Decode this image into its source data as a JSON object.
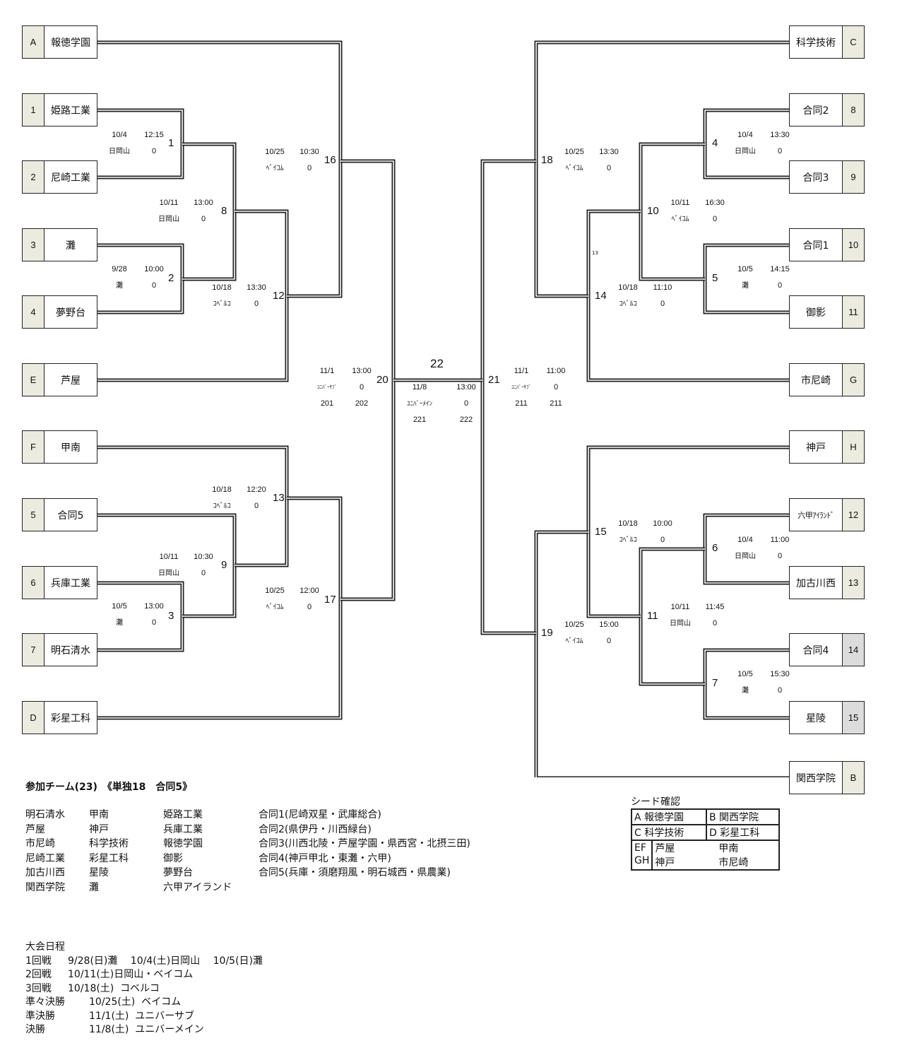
{
  "left_teams": [
    {
      "seed": "A",
      "name": "報徳学園"
    },
    {
      "seed": "1",
      "name": "姫路工業"
    },
    {
      "seed": "2",
      "name": "尼崎工業"
    },
    {
      "seed": "3",
      "name": "灘"
    },
    {
      "seed": "4",
      "name": "夢野台"
    },
    {
      "seed": "E",
      "name": "芦屋"
    },
    {
      "seed": "F",
      "name": "甲南"
    },
    {
      "seed": "5",
      "name": "合同5"
    },
    {
      "seed": "6",
      "name": "兵庫工業"
    },
    {
      "seed": "7",
      "name": "明石清水"
    },
    {
      "seed": "D",
      "name": "彩星工科"
    }
  ],
  "right_teams": [
    {
      "seed": "C",
      "name": "科学技術"
    },
    {
      "seed": "8",
      "name": "合同2"
    },
    {
      "seed": "9",
      "name": "合同3"
    },
    {
      "seed": "10",
      "name": "合同1"
    },
    {
      "seed": "11",
      "name": "御影"
    },
    {
      "seed": "G",
      "name": "市尼崎"
    },
    {
      "seed": "H",
      "name": "神戸"
    },
    {
      "seed": "12",
      "name": "六甲ｱｲﾗﾝﾄﾞ"
    },
    {
      "seed": "13",
      "name": "加古川西"
    },
    {
      "seed": "14",
      "name": "合同4"
    },
    {
      "seed": "15",
      "name": "星陵"
    },
    {
      "seed": "B",
      "name": "関西学院"
    }
  ],
  "matches": {
    "m1": {
      "num": "1",
      "date": "10/4",
      "time": "12:15",
      "venue": "日岡山",
      "score": "0"
    },
    "m2": {
      "num": "2",
      "date": "9/28",
      "time": "10:00",
      "venue": "灘",
      "score": "0"
    },
    "m3": {
      "num": "3",
      "date": "10/5",
      "time": "13:00",
      "venue": "灘",
      "score": "0"
    },
    "m4": {
      "num": "4",
      "date": "10/4",
      "time": "13:30",
      "venue": "日岡山",
      "score": "0"
    },
    "m5": {
      "num": "5",
      "date": "10/5",
      "time": "14:15",
      "venue": "灘",
      "score": "0"
    },
    "m6": {
      "num": "6",
      "date": "10/4",
      "time": "11:00",
      "venue": "日岡山",
      "score": "0"
    },
    "m7": {
      "num": "7",
      "date": "10/5",
      "time": "15:30",
      "venue": "灘",
      "score": "0"
    },
    "m8": {
      "num": "8",
      "date": "10/11",
      "time": "13:00",
      "venue": "日岡山",
      "score": "0"
    },
    "m9": {
      "num": "9",
      "date": "10/11",
      "time": "10:30",
      "venue": "日岡山",
      "score": "0"
    },
    "m10": {
      "num": "10",
      "date": "10/11",
      "time": "16:30",
      "venue": "ﾍﾞｲｺﾑ",
      "score": "0"
    },
    "m11": {
      "num": "11",
      "date": "10/11",
      "time": "11:45",
      "venue": "日岡山",
      "score": "0"
    },
    "m12": {
      "num": "12",
      "date": "10/18",
      "time": "13:30",
      "venue": "ｺﾍﾞﾙｺ",
      "score": "0"
    },
    "m13": {
      "num": "13",
      "date": "10/18",
      "time": "12:20",
      "venue": "ｺﾍﾞﾙｺ",
      "score": "0"
    },
    "m14": {
      "num": "14",
      "date": "10/18",
      "time": "11:10",
      "venue": "ｺﾍﾞﾙｺ",
      "score": "0"
    },
    "m15": {
      "num": "15",
      "date": "10/18",
      "time": "10:00",
      "venue": "ｺﾍﾞﾙｺ",
      "score": "0"
    },
    "m16": {
      "num": "16",
      "date": "10/25",
      "time": "10:30",
      "venue": "ﾍﾞｲｺﾑ",
      "score": "0"
    },
    "m17": {
      "num": "17",
      "date": "10/25",
      "time": "12:00",
      "venue": "ﾍﾞｲｺﾑ",
      "score": "0"
    },
    "m18": {
      "num": "18",
      "date": "10/25",
      "time": "13:30",
      "venue": "ﾍﾞｲｺﾑ",
      "score": "0"
    },
    "m19": {
      "num": "19",
      "date": "10/25",
      "time": "15:00",
      "venue": "ﾍﾞｲｺﾑ",
      "score": "0"
    },
    "m20": {
      "num": "20",
      "date": "11/1",
      "time": "13:00",
      "venue": "ﾕﾆﾊﾞｰｻﾌﾞ",
      "score": "0",
      "a": "201",
      "b": "202"
    },
    "m21": {
      "num": "21",
      "date": "11/1",
      "time": "11:00",
      "venue": "ﾕﾆﾊﾞｰｻﾌﾞ",
      "score": "0",
      "a": "211",
      "b": "211"
    },
    "m22": {
      "num": "22",
      "date": "11/8",
      "time": "13:00",
      "venue": "ﾕﾆﾊﾞｰﾒｲﾝ",
      "score": "0",
      "a": "221",
      "b": "222"
    }
  },
  "stray_note": "13",
  "participants": {
    "title": "参加チーム(23)　《単独18　合同5》",
    "columns": [
      [
        "明石清水",
        "芦屋",
        "市尼崎",
        "尼崎工業",
        "加古川西",
        "関西学院"
      ],
      [
        "甲南",
        "神戸",
        "科学技術",
        "彩星工科",
        "星陵",
        "灘"
      ],
      [
        "姫路工業",
        "兵庫工業",
        "報徳学園",
        "御影",
        "夢野台",
        "六甲アイランド"
      ],
      [
        "合同1(尼崎双星・武庫総合)",
        "合同2(県伊丹・川西緑台)",
        "合同3(川西北陵・芦屋学園・県西宮・北摂三田)",
        "合同4(神戸甲北・東灘・六甲)",
        "合同5(兵庫・須磨翔風・明石城西・県農業)"
      ]
    ]
  },
  "seed_check": {
    "title": "シード確認",
    "A": "A 報徳学園",
    "B": "B 関西学院",
    "C": "C 科学技術",
    "D": "D 彩星工科",
    "EF": "EF",
    "GH": "GH",
    "E": "芦屋",
    "F": "甲南",
    "G": "神戸",
    "H": "市尼崎"
  },
  "schedule": {
    "title": "大会日程",
    "rows": [
      {
        "label": "1回戦",
        "value": "9/28(日)灘　 10/4(土)日岡山　 10/5(日)灘"
      },
      {
        "label": "2回戦",
        "value": "10/11(土)日岡山・ベイコム"
      },
      {
        "label": "3回戦",
        "value": "10/18(土)  コベルコ"
      },
      {
        "label": "準々決勝",
        "value": "10/25(土)  ベイコム"
      },
      {
        "label": "準決勝",
        "value": "11/1(土)  ユニバーサブ"
      },
      {
        "label": "決勝",
        "value": "11/8(土)  ユニバーメイン"
      }
    ]
  }
}
